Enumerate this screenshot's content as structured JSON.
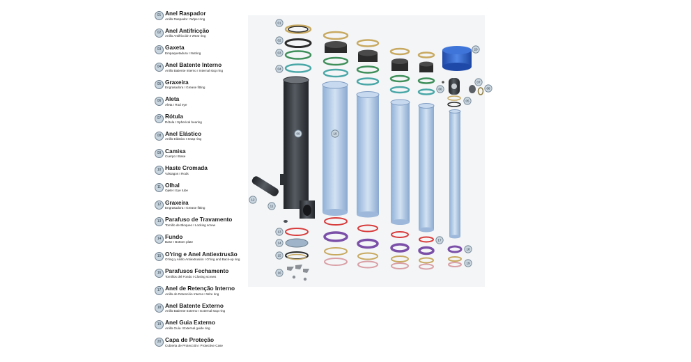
{
  "legend": [
    {
      "num": "01",
      "title": "Anel Raspador",
      "subtitle": "Anillo Raspador I Wiper ring"
    },
    {
      "num": "02",
      "title": "Anel Antifricção",
      "subtitle": "Anillo Antifricción I Wear ring"
    },
    {
      "num": "03",
      "title": "Gaxeta",
      "subtitle": "Empaquetadura I Nutring"
    },
    {
      "num": "04",
      "title": "Anel Batente Interno",
      "subtitle": "Anillo Batiente Interno I Internal stop ring"
    },
    {
      "num": "05",
      "title": "Graxeira",
      "subtitle": "Engrasadora I Grease fitting"
    },
    {
      "num": "06",
      "title": "Aleta",
      "subtitle": "Aleta I Rod eye"
    },
    {
      "num": "07",
      "title": "Rótula",
      "subtitle": "Rótula I Spherical bearing"
    },
    {
      "num": "08",
      "title": "Anel Elástico",
      "subtitle": "Anillo Elástico I Snap ring"
    },
    {
      "num": "09",
      "title": "Camisa",
      "subtitle": "Cuerpo I Base"
    },
    {
      "num": "10",
      "title": "Haste Cromada",
      "subtitle": "Vástagos I Rods"
    },
    {
      "num": "11",
      "title": "Olhal",
      "subtitle": "Ojete I Eye tube"
    },
    {
      "num": "12",
      "title": "Graxeira",
      "subtitle": "Engrasadora I Grease fitting"
    },
    {
      "num": "13",
      "title": "Parafuso de Travamento",
      "subtitle": "Tornillo de Bloqueo I Locking screw"
    },
    {
      "num": "14",
      "title": "Fundo",
      "subtitle": "Base I Bottom plate"
    },
    {
      "num": "15",
      "title": "O'ring e Anel Antiextrusão",
      "subtitle": "O'ring y Anillo Antiextrusión I O'ring and Back-up ring"
    },
    {
      "num": "16",
      "title": "Parafusos Fechamento",
      "subtitle": "Tornillos del Fondo I Closing screws"
    },
    {
      "num": "17",
      "title": "Anel de Retenção Interno",
      "subtitle": "Anillo de Retención Interno I Wire ring"
    },
    {
      "num": "18",
      "title": "Anel Batente Externo",
      "subtitle": "Anillo Batiente Externo I External stop ring"
    },
    {
      "num": "19",
      "title": "Anel Guia Externo",
      "subtitle": "Anillo Guía I External guide ring"
    },
    {
      "num": "20",
      "title": "Capa de Proteção",
      "subtitle": "Cubierta de Protección I Protective Case"
    }
  ],
  "callouts": [
    {
      "num": "01"
    },
    {
      "num": "02"
    },
    {
      "num": "03"
    },
    {
      "num": "04"
    },
    {
      "num": "09"
    },
    {
      "num": "10"
    },
    {
      "num": "12"
    },
    {
      "num": "11"
    },
    {
      "num": "13"
    },
    {
      "num": "14"
    },
    {
      "num": "15"
    },
    {
      "num": "16"
    },
    {
      "num": "20"
    },
    {
      "num": "06"
    },
    {
      "num": "05"
    },
    {
      "num": "07"
    },
    {
      "num": "08"
    },
    {
      "num": "17"
    },
    {
      "num": "18"
    },
    {
      "num": "19"
    }
  ],
  "colors": {
    "background_panel": "#f3f5f7",
    "dark_tube": "#3b3f45",
    "blue_tube": "#a9c2e0",
    "ring_black": "#2b2b2b",
    "ring_gold": "#c8a960",
    "ring_green": "#3f8f5a",
    "ring_teal": "#4aa7a7",
    "ring_red": "#d83b3b",
    "ring_purple": "#7b4fa8",
    "ring_pink": "#d9a0a6",
    "cap_blue": "#2f63c9"
  }
}
